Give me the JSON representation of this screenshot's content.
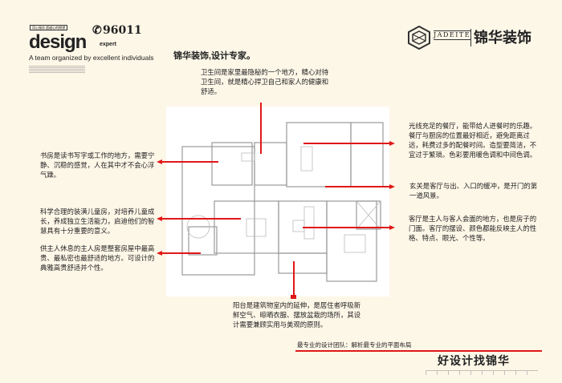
{
  "header": {
    "hotline": "96011",
    "design_word": "design",
    "expert_word": "expert",
    "tagline_en": "A team organized by excellent individuals",
    "slogan": "锦华装饰,设计专家。",
    "small_label": "用心服务 超越心的期望"
  },
  "brand": {
    "logo_en": "JADEITE",
    "logo_cn": "锦华装饰"
  },
  "notes": {
    "bathroom": "卫生间是家里最隐秘的一个地方，精心对待卫生间，就是精心捍卫自己和家人的健康和舒适。",
    "study": "书房是读书写字或工作的地方，需要宁静、沉稳的感觉，人在其中才不会心浮气躁。",
    "kids_room": "科学合理的装潢儿童房，对培养儿童成长，养成独立生活能力，启迪他们的智慧具有十分重要的意义。",
    "master_room": "供主人休息的主人房是整套房屋中最高贵、最私密也最舒适的地方。可设计的典雅高贵舒适并个性。",
    "dining": "光线充足的餐厅，能带给人进餐时的乐趣。餐厅与厨房的位置最好相近，避免距离过远，耗费过多的配餐时间。造型要简洁，不宜过于繁琐。色彩要用暖色调和中间色调。",
    "entrance": "玄关是客厅与出、入口的缓冲，是开门的第一道风景。",
    "living": "客厅是主人与客人会面的地方，也是房子的门面。客厅的摆设、颜色都能反映主人的性格、特点、眼光、个性等。",
    "balcony": "阳台是建筑物室内的延伸，是居住者呼吸新鲜空气、晾晒衣服、摆放盆栽的场所，其设计需要兼顾实用与美观的原则。"
  },
  "footer": {
    "caption": "最专业的设计团队：解析最专业的平面布局",
    "slogan": "好设计找锦华"
  },
  "colors": {
    "accent": "#e01818",
    "background": "#fdf7e8"
  }
}
